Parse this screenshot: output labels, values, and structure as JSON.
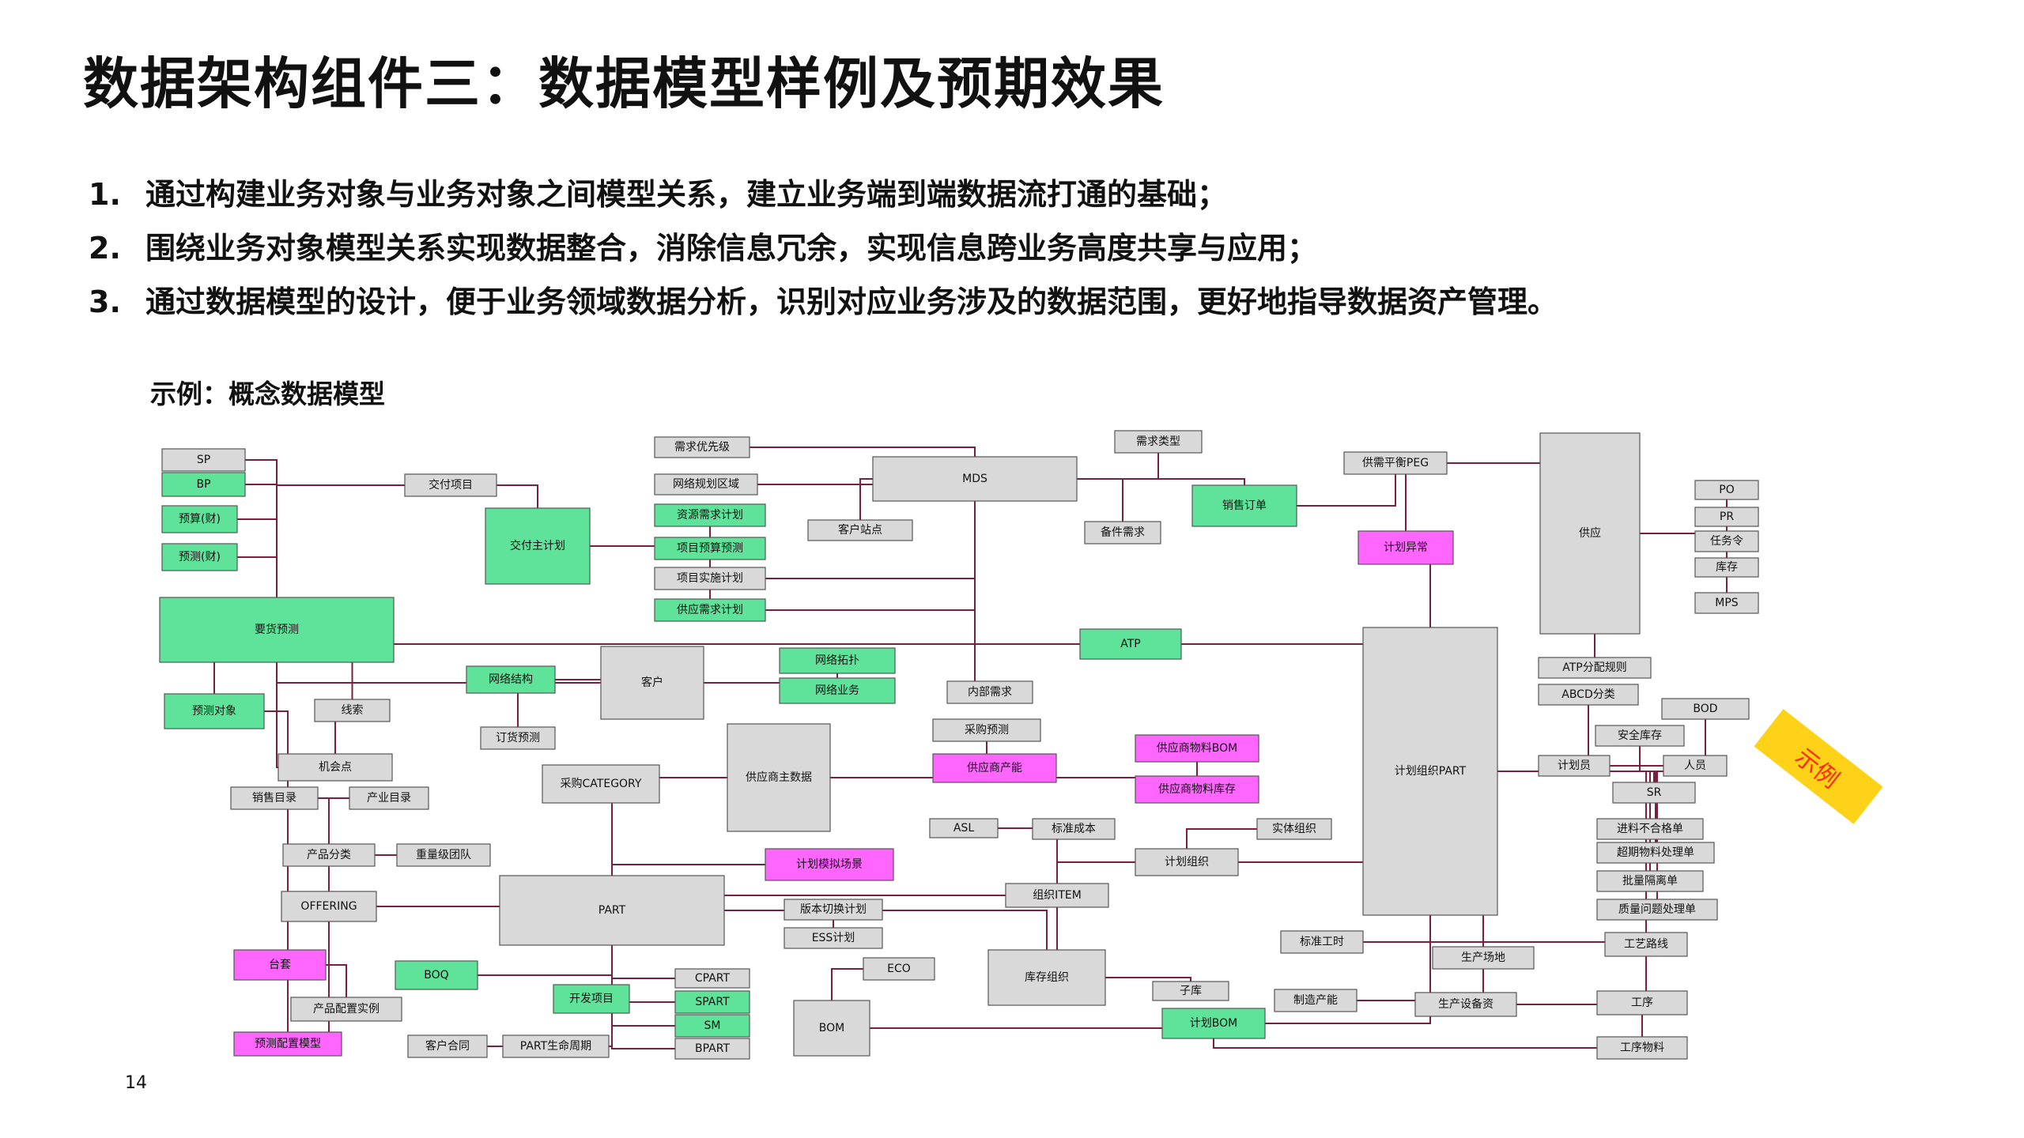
{
  "title": "数据架构组件三：数据模型样例及预期效果",
  "points": [
    {
      "num": "1.",
      "text": "通过构建业务对象与业务对象之间模型关系，建立业务端到端数据流打通的基础；"
    },
    {
      "num": "2.",
      "text": "围绕业务对象模型关系实现数据整合，消除信息冗余，实现信息跨业务高度共享与应用；"
    },
    {
      "num": "3.",
      "text": "通过数据模型的设计，便于业务领域数据分析，识别对应业务涉及的数据范围，更好地指导数据资产管理。"
    }
  ],
  "caption": "示例：概念数据模型",
  "stamp": "示例",
  "page_number": "14",
  "colors": {
    "gray": "#d9d9d9",
    "green": "#5fe39a",
    "magenta": "#ff66ff",
    "line": "#7a1f3d"
  },
  "nodes": [
    {
      "id": "sp",
      "label": "SP",
      "color": "gray"
    },
    {
      "id": "bp",
      "label": "BP",
      "color": "green"
    },
    {
      "id": "ys_cai",
      "label": "预算(财)",
      "color": "green"
    },
    {
      "id": "yc_cai",
      "label": "预测(财)",
      "color": "green"
    },
    {
      "id": "yhyc",
      "label": "要货预测",
      "color": "green"
    },
    {
      "id": "ycdx",
      "label": "预测对象",
      "color": "green"
    },
    {
      "id": "xiansuo",
      "label": "线索",
      "color": "gray"
    },
    {
      "id": "jhd",
      "label": "机会点",
      "color": "gray"
    },
    {
      "id": "xsml",
      "label": "销售目录",
      "color": "gray"
    },
    {
      "id": "cpml",
      "label": "产业目录",
      "color": "gray"
    },
    {
      "id": "cpfl",
      "label": "产品分类",
      "color": "gray"
    },
    {
      "id": "zljtd",
      "label": "重量级团队",
      "color": "gray"
    },
    {
      "id": "offering",
      "label": "OFFERING",
      "color": "gray"
    },
    {
      "id": "taitao",
      "label": "台套",
      "color": "magenta"
    },
    {
      "id": "cppzsl",
      "label": "产品配置实例",
      "color": "gray"
    },
    {
      "id": "ycpzmx",
      "label": "预测配置模型",
      "color": "magenta"
    },
    {
      "id": "boq",
      "label": "BOQ",
      "color": "green"
    },
    {
      "id": "khht",
      "label": "客户合同",
      "color": "gray"
    },
    {
      "id": "jfxm",
      "label": "交付项目",
      "color": "gray"
    },
    {
      "id": "jfzjh",
      "label": "交付主计划",
      "color": "green"
    },
    {
      "id": "xqyxj",
      "label": "需求优先级",
      "color": "gray"
    },
    {
      "id": "wlghqy",
      "label": "网络规划区域",
      "color": "gray"
    },
    {
      "id": "zyxqjh",
      "label": "资源需求计划",
      "color": "green"
    },
    {
      "id": "xmysyc",
      "label": "项目预算预测",
      "color": "green"
    },
    {
      "id": "xmssjh",
      "label": "项目实施计划",
      "color": "gray"
    },
    {
      "id": "gyxqjh",
      "label": "供应需求计划",
      "color": "green"
    },
    {
      "id": "mds",
      "label": "MDS",
      "color": "gray"
    },
    {
      "id": "khzd",
      "label": "客户站点",
      "color": "gray"
    },
    {
      "id": "xqlx",
      "label": "需求类型",
      "color": "gray"
    },
    {
      "id": "bjxq",
      "label": "备件需求",
      "color": "gray"
    },
    {
      "id": "xsdd",
      "label": "销售订单",
      "color": "green"
    },
    {
      "id": "gxphpeg",
      "label": "供需平衡PEG",
      "color": "gray"
    },
    {
      "id": "jhyc",
      "label": "计划异常",
      "color": "magenta"
    },
    {
      "id": "gongying",
      "label": "供应",
      "color": "gray"
    },
    {
      "id": "po",
      "label": "PO",
      "color": "gray"
    },
    {
      "id": "pr",
      "label": "PR",
      "color": "gray"
    },
    {
      "id": "rwl",
      "label": "任务令",
      "color": "gray"
    },
    {
      "id": "kucun",
      "label": "库存",
      "color": "gray"
    },
    {
      "id": "mps",
      "label": "MPS",
      "color": "gray"
    },
    {
      "id": "atp",
      "label": "ATP",
      "color": "green"
    },
    {
      "id": "wlgj",
      "label": "网络结构",
      "color": "green"
    },
    {
      "id": "kehu",
      "label": "客户",
      "color": "gray"
    },
    {
      "id": "wltp",
      "label": "网络拓扑",
      "color": "green"
    },
    {
      "id": "wlyw",
      "label": "网络业务",
      "color": "green"
    },
    {
      "id": "nbxq",
      "label": "内部需求",
      "color": "gray"
    },
    {
      "id": "dhyc",
      "label": "订货预测",
      "color": "gray"
    },
    {
      "id": "cgcat",
      "label": "采购CATEGORY",
      "color": "gray"
    },
    {
      "id": "gyszsj",
      "label": "供应商主数据",
      "color": "gray"
    },
    {
      "id": "cgyc",
      "label": "采购预测",
      "color": "gray"
    },
    {
      "id": "gyscn",
      "label": "供应商产能",
      "color": "magenta"
    },
    {
      "id": "gyswlbom",
      "label": "供应商物料BOM",
      "color": "magenta"
    },
    {
      "id": "gyswlkc",
      "label": "供应商物料库存",
      "color": "magenta"
    },
    {
      "id": "jhzzpart",
      "label": "计划组织PART",
      "color": "gray"
    },
    {
      "id": "atpfpgz",
      "label": "ATP分配规则",
      "color": "gray"
    },
    {
      "id": "abcdfl",
      "label": "ABCD分类",
      "color": "gray"
    },
    {
      "id": "bod",
      "label": "BOD",
      "color": "gray"
    },
    {
      "id": "aqkc",
      "label": "安全库存",
      "color": "gray"
    },
    {
      "id": "jhy",
      "label": "计划员",
      "color": "gray"
    },
    {
      "id": "renyuan",
      "label": "人员",
      "color": "gray"
    },
    {
      "id": "sr",
      "label": "SR",
      "color": "gray"
    },
    {
      "id": "asl",
      "label": "ASL",
      "color": "gray"
    },
    {
      "id": "bzcb",
      "label": "标准成本",
      "color": "gray"
    },
    {
      "id": "stzz",
      "label": "实体组织",
      "color": "gray"
    },
    {
      "id": "jhmncj",
      "label": "计划模拟场景",
      "color": "magenta"
    },
    {
      "id": "jhzz",
      "label": "计划组织",
      "color": "gray"
    },
    {
      "id": "zzitem",
      "label": "组织ITEM",
      "color": "gray"
    },
    {
      "id": "part",
      "label": "PART",
      "color": "gray"
    },
    {
      "id": "bbqhjh",
      "label": "版本切换计划",
      "color": "gray"
    },
    {
      "id": "essjh",
      "label": "ESS计划",
      "color": "gray"
    },
    {
      "id": "jlbhgd",
      "label": "进料不合格单",
      "color": "gray"
    },
    {
      "id": "cqwlclsd",
      "label": "超期物料处理单",
      "color": "gray"
    },
    {
      "id": "plgld",
      "label": "批量隔离单",
      "color": "gray"
    },
    {
      "id": "zlwtcld",
      "label": "质量问题处理单",
      "color": "gray"
    },
    {
      "id": "bzgs",
      "label": "标准工时",
      "color": "gray"
    },
    {
      "id": "gylx",
      "label": "工艺路线",
      "color": "gray"
    },
    {
      "id": "eco",
      "label": "ECO",
      "color": "gray"
    },
    {
      "id": "kczz",
      "label": "库存组织",
      "color": "gray"
    },
    {
      "id": "scchangdi",
      "label": "生产场地",
      "color": "gray"
    },
    {
      "id": "zidu",
      "label": "子库",
      "color": "gray"
    },
    {
      "id": "zzcn",
      "label": "制造产能",
      "color": "gray"
    },
    {
      "id": "scsbz",
      "label": "生产设备资",
      "color": "gray"
    },
    {
      "id": "gongxu",
      "label": "工序",
      "color": "gray"
    },
    {
      "id": "kfxm",
      "label": "开发项目",
      "color": "green"
    },
    {
      "id": "cpart",
      "label": "CPART",
      "color": "gray"
    },
    {
      "id": "spart",
      "label": "SPART",
      "color": "green"
    },
    {
      "id": "sm",
      "label": "SM",
      "color": "green"
    },
    {
      "id": "bpart",
      "label": "BPART",
      "color": "gray"
    },
    {
      "id": "partsmzq",
      "label": "PART生命周期",
      "color": "gray"
    },
    {
      "id": "bom",
      "label": "BOM",
      "color": "gray"
    },
    {
      "id": "jhbom",
      "label": "计划BOM",
      "color": "green"
    },
    {
      "id": "gxwl",
      "label": "工序物料",
      "color": "gray"
    }
  ],
  "links": [
    [
      "sp",
      "yhyc"
    ],
    [
      "bp",
      "yhyc"
    ],
    [
      "ys_cai",
      "yhyc"
    ],
    [
      "yc_cai",
      "yhyc"
    ],
    [
      "yhyc",
      "ycdx"
    ],
    [
      "yhyc",
      "xiansuo"
    ],
    [
      "xiansuo",
      "jhd"
    ],
    [
      "jhd",
      "yhyc"
    ],
    [
      "xsml",
      "cpfl"
    ],
    [
      "cpml",
      "cpfl"
    ],
    [
      "cpfl",
      "offering"
    ],
    [
      "zljtd",
      "offering"
    ],
    [
      "offering",
      "part"
    ],
    [
      "taitao",
      "cppzsl"
    ],
    [
      "boq",
      "part"
    ],
    [
      "khht",
      "part"
    ],
    [
      "jfxm",
      "yhyc"
    ],
    [
      "jfxm",
      "jfzjh"
    ],
    [
      "jfzjh",
      "zyxqjh"
    ],
    [
      "jfzjh",
      "xmysyc"
    ],
    [
      "jfzjh",
      "gyxqjh"
    ],
    [
      "xqyxj",
      "mds"
    ],
    [
      "wlghqy",
      "mds"
    ],
    [
      "mds",
      "khzd"
    ],
    [
      "mds",
      "xqlx"
    ],
    [
      "mds",
      "bjxq"
    ],
    [
      "mds",
      "xsdd"
    ],
    [
      "xsdd",
      "gxphpeg"
    ],
    [
      "gxphpeg",
      "gongying"
    ],
    [
      "gxphpeg",
      "jhyc"
    ],
    [
      "jhyc",
      "jhzzpart"
    ],
    [
      "gongying",
      "po"
    ],
    [
      "gongying",
      "pr"
    ],
    [
      "gongying",
      "rwl"
    ],
    [
      "gongying",
      "kucun"
    ],
    [
      "gongying",
      "mps"
    ],
    [
      "gongying",
      "atpfpgz"
    ],
    [
      "atp",
      "jhzzpart"
    ],
    [
      "atp",
      "yhyc"
    ],
    [
      "wlgj",
      "kehu"
    ],
    [
      "kehu",
      "wltp"
    ],
    [
      "kehu",
      "wlyw"
    ],
    [
      "kehu",
      "dhyc"
    ],
    [
      "kehu",
      "yhyc"
    ],
    [
      "nbxq",
      "mds"
    ],
    [
      "gyszsj",
      "cgyc"
    ],
    [
      "gyszsj",
      "gyscn"
    ],
    [
      "gyszsj",
      "gyswlbom"
    ],
    [
      "gyszsj",
      "gyswlkc"
    ],
    [
      "gyszsj",
      "cgcat"
    ],
    [
      "cgcat",
      "part"
    ],
    [
      "jhzzpart",
      "abcdfl"
    ],
    [
      "jhzzpart",
      "bod"
    ],
    [
      "jhzzpart",
      "aqkc"
    ],
    [
      "jhzzpart",
      "jhy"
    ],
    [
      "jhy",
      "renyuan"
    ],
    [
      "jhzzpart",
      "sr"
    ],
    [
      "jhzzpart",
      "jlbhgd"
    ],
    [
      "jhzzpart",
      "cqwlclsd"
    ],
    [
      "jhzzpart",
      "plgld"
    ],
    [
      "jhzzpart",
      "zlwtcld"
    ],
    [
      "jhzzpart",
      "gylx"
    ],
    [
      "jhzzpart",
      "scchangdi"
    ],
    [
      "asl",
      "zzitem"
    ],
    [
      "bzcb",
      "zzitem"
    ],
    [
      "stzz",
      "jhzz"
    ],
    [
      "jhzz",
      "zzitem"
    ],
    [
      "jhmncj",
      "part"
    ],
    [
      "zzitem",
      "part"
    ],
    [
      "part",
      "bbqhjh"
    ],
    [
      "part",
      "essjh"
    ],
    [
      "part",
      "kczz"
    ],
    [
      "eco",
      "bom"
    ],
    [
      "bom",
      "jhbom"
    ],
    [
      "kczz",
      "zidu"
    ],
    [
      "kczz",
      "zzitem"
    ],
    [
      "bzgs",
      "gylx"
    ],
    [
      "zzcn",
      "scsbz"
    ],
    [
      "scsbz",
      "gongxu"
    ],
    [
      "scsbz",
      "scchangdi"
    ],
    [
      "gongxu",
      "gxwl"
    ],
    [
      "gongxu",
      "gylx"
    ],
    [
      "kfxm",
      "part"
    ],
    [
      "cpart",
      "part"
    ],
    [
      "spart",
      "part"
    ],
    [
      "sm",
      "part"
    ],
    [
      "bpart",
      "part"
    ],
    [
      "partsmzq",
      "part"
    ],
    [
      "jhbom",
      "jhzzpart"
    ],
    [
      "gxwl",
      "jhbom"
    ],
    [
      "ycdx",
      "ycpzmx"
    ],
    [
      "ycpzmx",
      "offering"
    ],
    [
      "jhzz",
      "jhzzpart"
    ],
    [
      "xmssjh",
      "mds"
    ],
    [
      "gyxqjh",
      "mds"
    ]
  ]
}
